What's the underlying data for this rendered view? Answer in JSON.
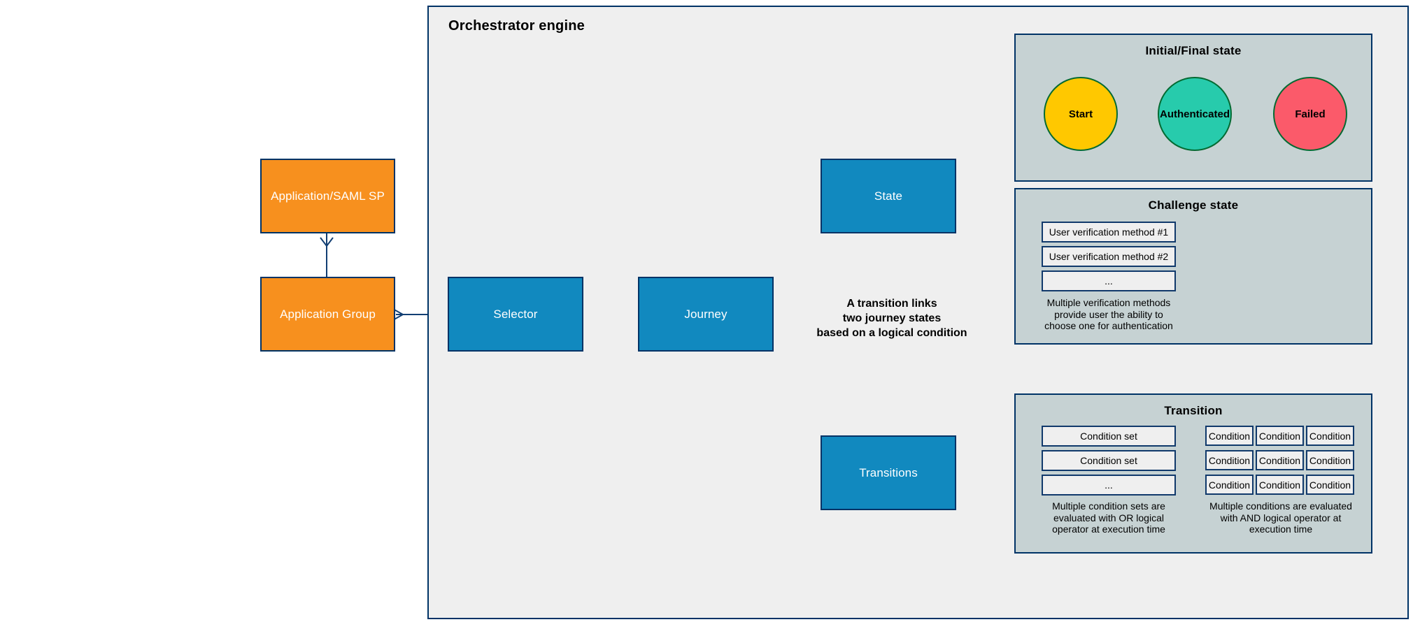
{
  "diagram": {
    "title": "Orchestrator engine",
    "colors": {
      "orange": "#F7901E",
      "blue": "#1189BF",
      "border_navy": "#003366",
      "panel_bg": "#C6D2D3",
      "engine_bg": "#EFEFEF",
      "circle_border_green": "#046A32",
      "start_yellow": "#FFC800",
      "authenticated_teal": "#27CBAC",
      "failed_red": "#FB5A6A"
    }
  },
  "nodes": {
    "application_saml_sp": "Application/SAML SP",
    "application_group": "Application Group",
    "selector": "Selector",
    "journey": "Journey",
    "state": "State",
    "transitions": "Transitions"
  },
  "notes": {
    "transition_link": "A transition links\ntwo journey states\nbased on a logical condition"
  },
  "panels": {
    "initial_final_state": {
      "title": "Initial/Final state",
      "circles": [
        {
          "label": "Start",
          "color": "#FFC800"
        },
        {
          "label": "Authenticated",
          "color": "#27CBAC"
        },
        {
          "label": "Failed",
          "color": "#FB5A6A"
        }
      ]
    },
    "challenge_state": {
      "title": "Challenge state",
      "methods": [
        "User verification method #1",
        "User verification method #2",
        "..."
      ],
      "caption": "Multiple verification methods\nprovide user the ability to\nchoose one for authentication"
    },
    "transition": {
      "title": "Transition",
      "condition_sets": [
        "Condition set",
        "Condition set",
        "..."
      ],
      "condition_sets_caption": "Multiple condition sets are\nevaluated with OR logical\noperator at execution time",
      "condition_rows": [
        [
          "Condition",
          "Condition",
          "Condition"
        ],
        [
          "Condition",
          "Condition",
          "Condition"
        ],
        [
          "Condition",
          "Condition",
          "Condition"
        ]
      ],
      "conditions_caption": "Multiple conditions are evaluated\nwith AND logical operator at\nexecution time"
    }
  }
}
